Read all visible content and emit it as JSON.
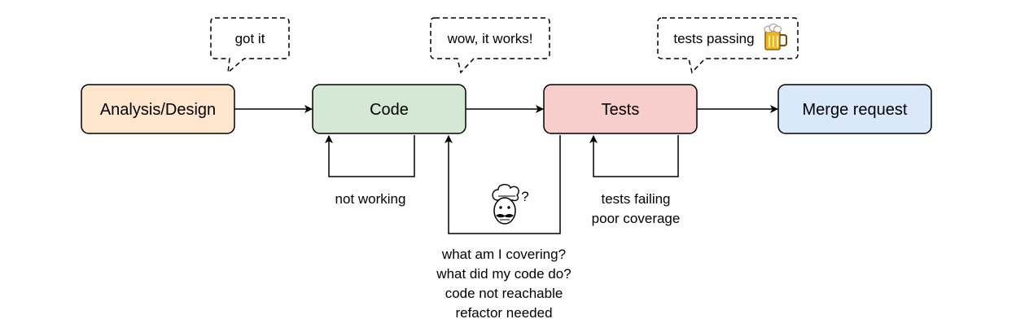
{
  "nodes": {
    "analysis": {
      "label": "Analysis/Design",
      "fill": "#FFE6CC",
      "stroke": "#000000"
    },
    "code": {
      "label": "Code",
      "fill": "#D5E8D4",
      "stroke": "#000000"
    },
    "tests": {
      "label": "Tests",
      "fill": "#F8CECC",
      "stroke": "#000000"
    },
    "merge": {
      "label": "Merge request",
      "fill": "#DAE8FC",
      "stroke": "#000000"
    }
  },
  "callouts": {
    "got_it": "got it",
    "wow": "wow, it works!",
    "tests_passing": "tests passing"
  },
  "loop_labels": {
    "not_working": "not working",
    "tests_failing": "tests failing",
    "poor_coverage": "poor coverage",
    "question": "?"
  },
  "issues": [
    "what am I covering?",
    "what did my code do?",
    "code not reachable",
    "refactor needed"
  ],
  "icons": {
    "beer": "beer-mug-icon",
    "chef": "chef-face-icon"
  }
}
